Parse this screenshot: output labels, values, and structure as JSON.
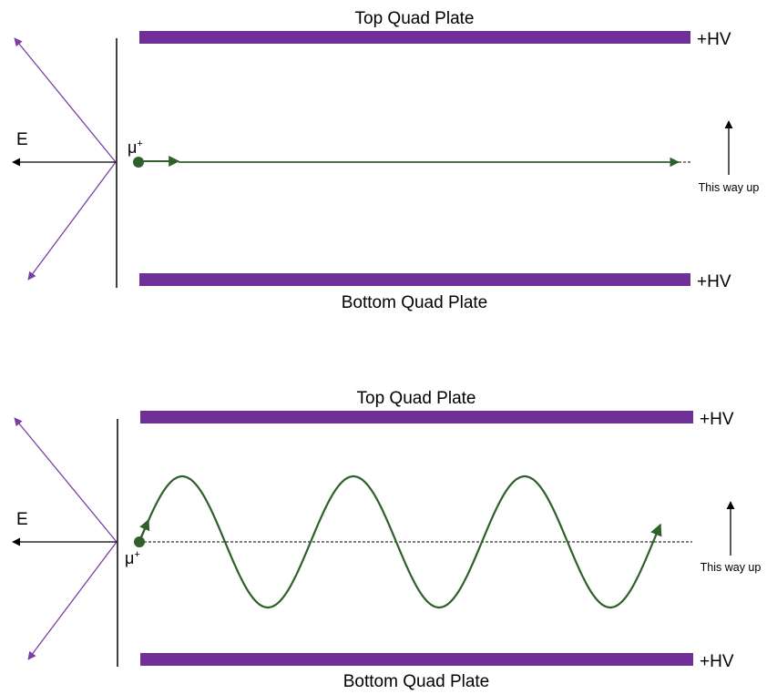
{
  "panels": [
    {
      "top_plate_label": "Top Quad Plate",
      "bottom_plate_label": "Bottom Quad Plate",
      "top_voltage": "+HV",
      "bottom_voltage": "+HV",
      "field_label": "E",
      "particle_symbol": "μ",
      "particle_charge": "+",
      "orientation_label": "This way up",
      "trajectory": "straight"
    },
    {
      "top_plate_label": "Top Quad Plate",
      "bottom_plate_label": "Bottom Quad Plate",
      "top_voltage": "+HV",
      "bottom_voltage": "+HV",
      "field_label": "E",
      "particle_symbol": "μ",
      "particle_charge": "+",
      "orientation_label": "This way up",
      "trajectory": "oscillating",
      "oscillation_peaks": 3
    }
  ],
  "colors": {
    "plate": "#6f3198",
    "trajectory": "#2f5f2a",
    "field_arrow": "#000000",
    "reflected_arrow": "#7a3fa6",
    "boundary": "#000000"
  }
}
